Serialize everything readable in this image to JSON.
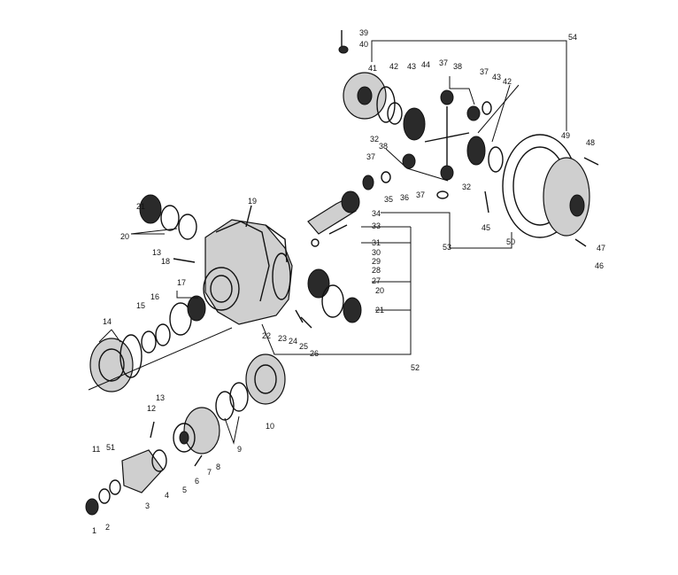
{
  "labels": {
    "l1": "1",
    "l2": "2",
    "l3": "3",
    "l4": "4",
    "l5": "5",
    "l6": "6",
    "l7": "7",
    "l8": "8",
    "l9": "9",
    "l10": "10",
    "l11": "11",
    "l12": "12",
    "l13a": "13",
    "l13b": "13",
    "l14": "14",
    "l15": "15",
    "l16": "16",
    "l17": "17",
    "l18": "18",
    "l19": "19",
    "l20a": "20",
    "l20b": "20",
    "l21a": "21",
    "l21b": "21",
    "l22": "22",
    "l23": "23",
    "l24": "24",
    "l25": "25",
    "l26": "26",
    "l27": "27",
    "l28": "28",
    "l29": "29",
    "l30": "30",
    "l31": "31",
    "l32a": "32",
    "l32b": "32",
    "l33": "33",
    "l34": "34",
    "l35": "35",
    "l36": "36",
    "l37a": "37",
    "l37b": "37",
    "l37c": "37",
    "l37d": "37",
    "l38a": "38",
    "l38b": "38",
    "l39": "39",
    "l40": "40",
    "l41": "41",
    "l42a": "42",
    "l42b": "42",
    "l43a": "43",
    "l43b": "43",
    "l44": "44",
    "l45": "45",
    "l46": "46",
    "l47": "47",
    "l48": "48",
    "l49": "49",
    "l50": "50",
    "l51": "51",
    "l52": "52",
    "l53": "53",
    "l54": "54"
  }
}
